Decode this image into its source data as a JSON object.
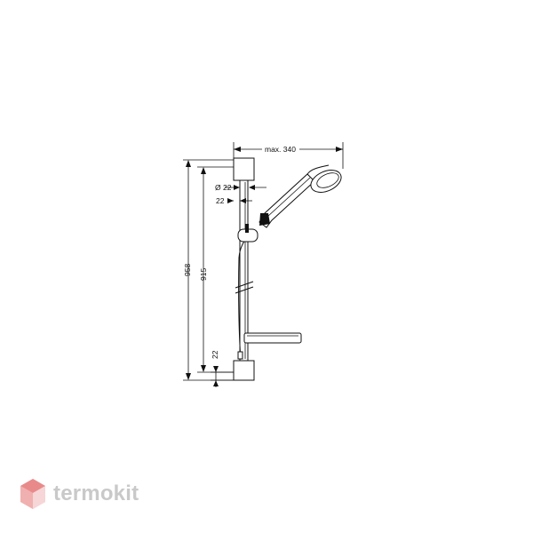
{
  "dimensions": {
    "max_reach": "max. 340",
    "rail_diameter": "Ø 22",
    "wall_offset": "22",
    "overall_height": "958",
    "bracket_spacing": "915",
    "bottom_offset": "22"
  },
  "watermark": {
    "brand_text": "termokit"
  }
}
